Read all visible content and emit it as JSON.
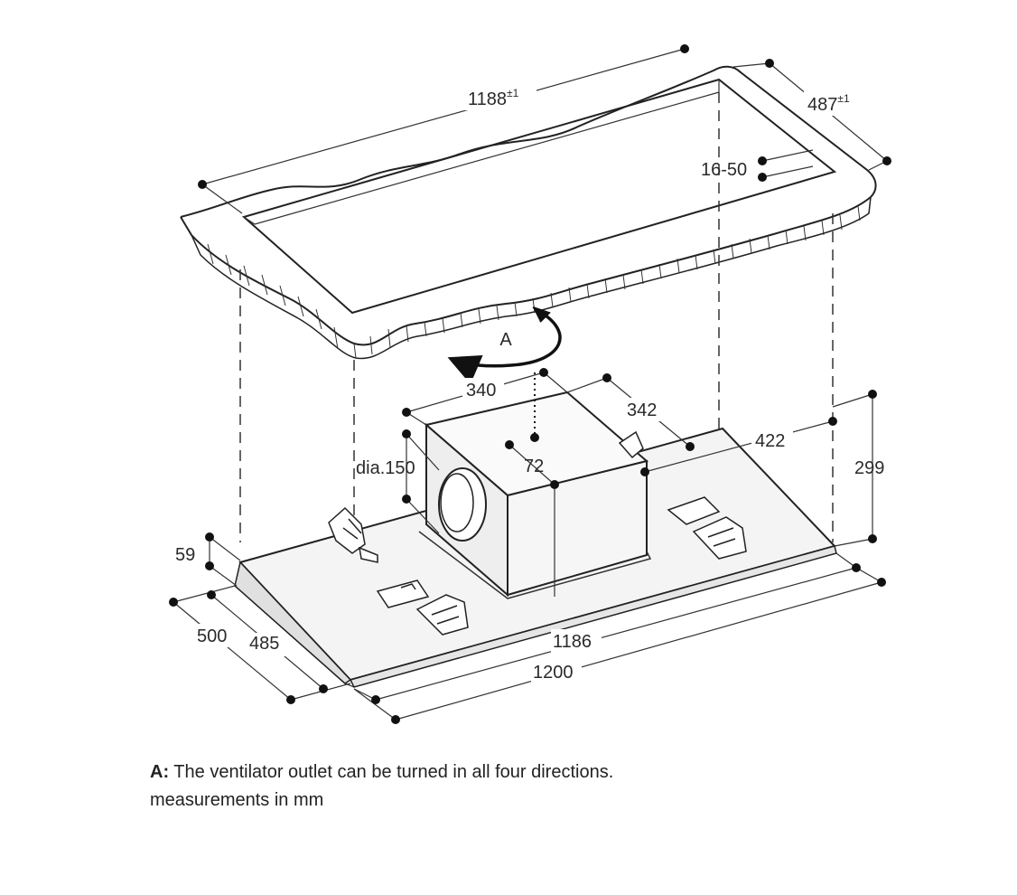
{
  "diagram": {
    "labels": {
      "frame_length": "1188",
      "frame_length_tol": "±1",
      "frame_depth": "487",
      "frame_depth_tol": "±1",
      "ceiling_thickness": "16-50",
      "rotation": "A",
      "box_width": "340",
      "box_depth": "342",
      "outlet_offset": "72",
      "outlet_diameter": "dia.150",
      "side_offset": "422",
      "total_height": "299",
      "base_height": "59",
      "base_depth_outer": "500",
      "base_depth_inner": "485",
      "base_length_inner": "1186",
      "base_length_outer": "1200"
    }
  },
  "caption": {
    "note_key": "A:",
    "note_text": " The ventilator outlet can be turned in all four directions.",
    "units": "measurements in mm"
  }
}
